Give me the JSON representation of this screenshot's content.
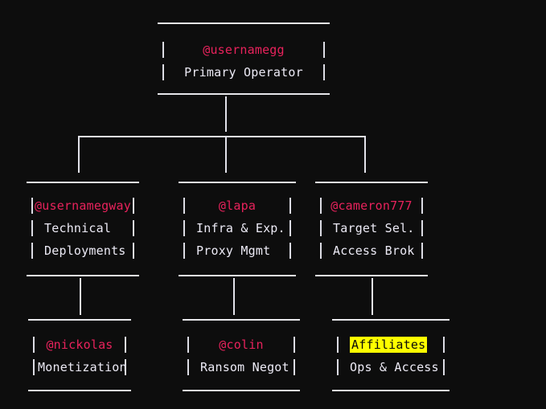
{
  "diagram": {
    "type": "org-chart",
    "style": "ascii-terminal",
    "background_color": "#0d0d0d",
    "username_color": "#e8225c",
    "body_text_color": "#eceaf5",
    "border_color": "#dcdce4",
    "highlight_background": "#ffff00",
    "highlight_text_color": "#0a0a0a"
  },
  "nodes": {
    "root": {
      "username": "@usernamegg",
      "lines": [
        "Primary Operator"
      ]
    },
    "tech": {
      "username": "@usernamegway",
      "lines": [
        "Technical",
        "Deployments"
      ]
    },
    "infra": {
      "username": "@lapa",
      "lines": [
        "Infra & Exp.",
        "Proxy Mgmt"
      ]
    },
    "target": {
      "username": "@cameron777",
      "lines": [
        "Target Sel.",
        "Access Brok"
      ]
    },
    "monetization": {
      "username": "@nickolas",
      "lines": [
        "Monetization"
      ]
    },
    "ransom": {
      "username": "@colin",
      "lines": [
        "Ransom Negot"
      ]
    },
    "affiliates": {
      "username": "Affiliates",
      "username_highlighted": true,
      "lines": [
        "Ops & Access"
      ]
    }
  }
}
